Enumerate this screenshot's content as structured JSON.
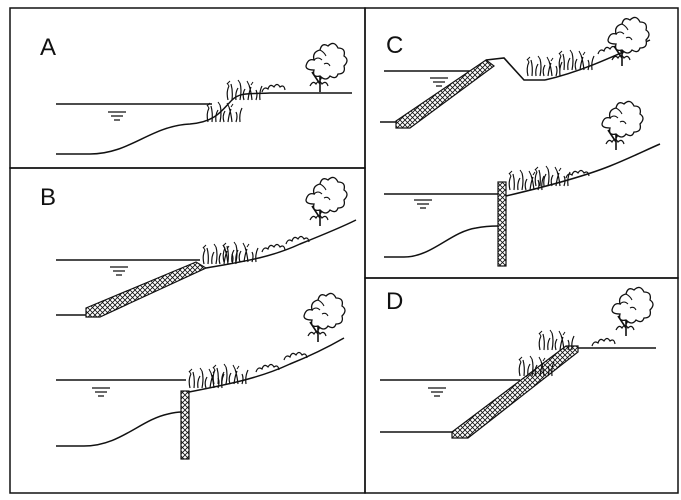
{
  "panels": {
    "a": {
      "label": "A"
    },
    "b": {
      "label": "B"
    },
    "c": {
      "label": "C"
    },
    "d": {
      "label": "D"
    }
  },
  "colors": {
    "line": "#111111",
    "hatch": "#111111",
    "background": "#ffffff"
  },
  "icons": [
    "water-level-symbol",
    "tree-icon",
    "reed-vegetation",
    "riprap-revetment",
    "vertical-bulkhead-wall"
  ]
}
